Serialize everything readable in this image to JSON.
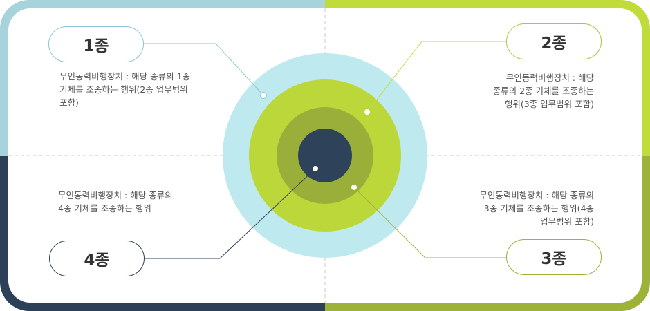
{
  "colors": {
    "type1": "#a7d3dc",
    "type1_circle": "#bde9ef",
    "type2": "#bfdc3b",
    "type2_circle": "#bbd73a",
    "type3": "#9cb238",
    "type3_circle": "#9aaf39",
    "type4": "#2c4058",
    "type4_circle": "#2e435a",
    "divider": "#c8c8c8"
  },
  "categories": [
    {
      "label": "1종",
      "description": "무인동력비행장치 : 해당 종류의 1종\n기체를 조종하는 행위(2종 업무범위\n포함)"
    },
    {
      "label": "2종",
      "description": "무인동력비행장치 : 해당\n종류의 2종 기체를 조종하는\n행위(3종 업무범위 포함)"
    },
    {
      "label": "3종",
      "description": "무인동력비행장치 : 해당 종류의\n3종 기체를 조종하는 행위(4종\n업무범위 포함)"
    },
    {
      "label": "4종",
      "description": "무인동력비행장치 : 해당 종류의\n4종 기체를 조종하는 행위"
    }
  ]
}
